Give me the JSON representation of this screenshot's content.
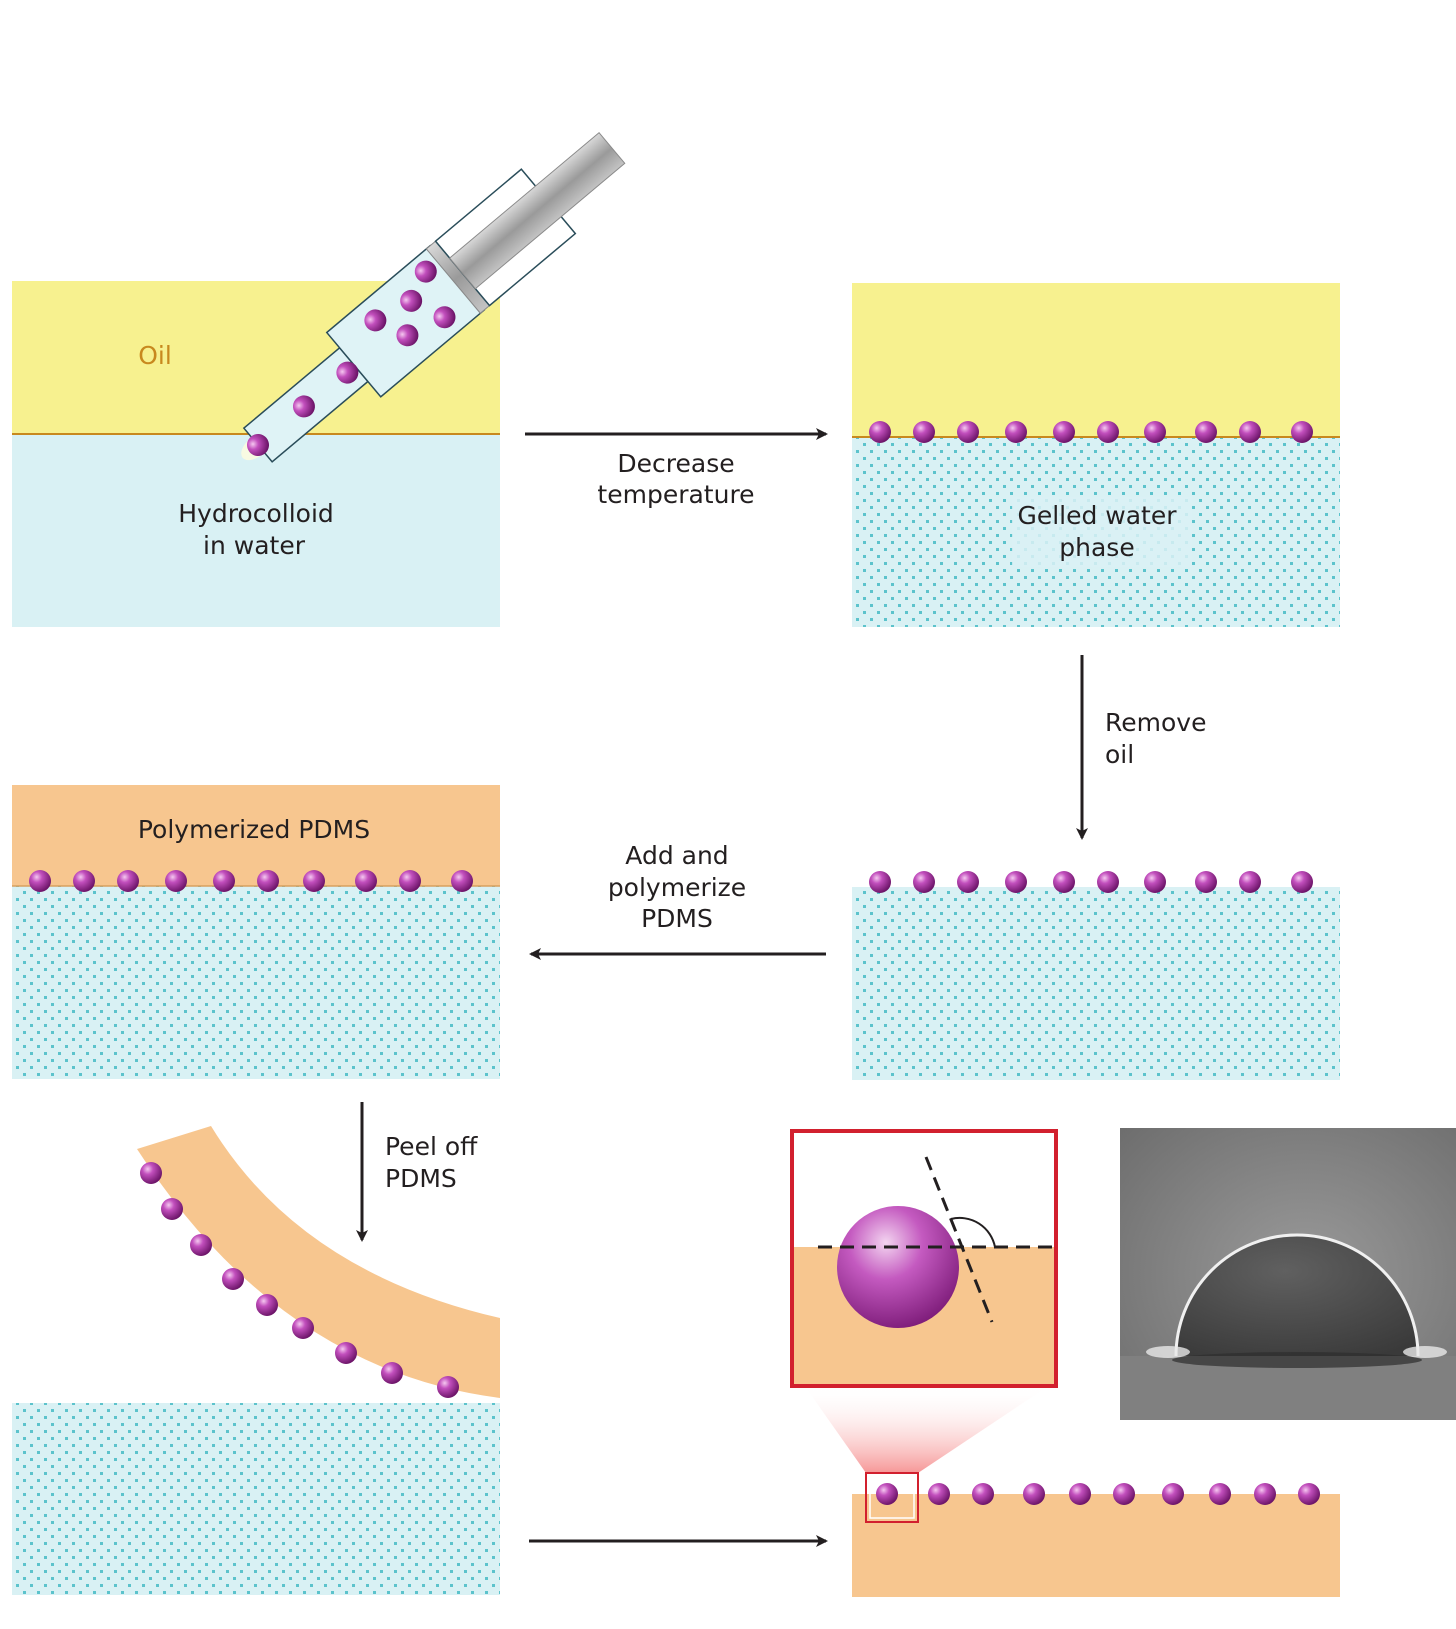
{
  "panels": {
    "step1": {
      "oil_label": "Oil",
      "water_label_line1": "Hydrocolloid",
      "water_label_line2": "in water"
    },
    "step2": {
      "label_line1": "Gelled water",
      "label_line2": "phase"
    },
    "step4": {
      "label": "Polymerized PDMS"
    }
  },
  "arrows": {
    "decrease_temperature": {
      "line1": "Decrease",
      "line2": "temperature"
    },
    "remove_oil": {
      "line1": "Remove",
      "line2": "oil"
    },
    "add_polymerize": {
      "line1": "Add and",
      "line2": "polymerize",
      "line3": "PDMS"
    },
    "peel_off": {
      "line1": "Peel off",
      "line2": "PDMS"
    }
  },
  "colors": {
    "oil": "#f7f18f",
    "water": "#d9f1f4",
    "gel_dot": "#5cc3cc",
    "pdms": "#f7c68f",
    "particle": "#9b2a97",
    "zoom_frame": "#d2202e",
    "arrow": "#231f20"
  }
}
